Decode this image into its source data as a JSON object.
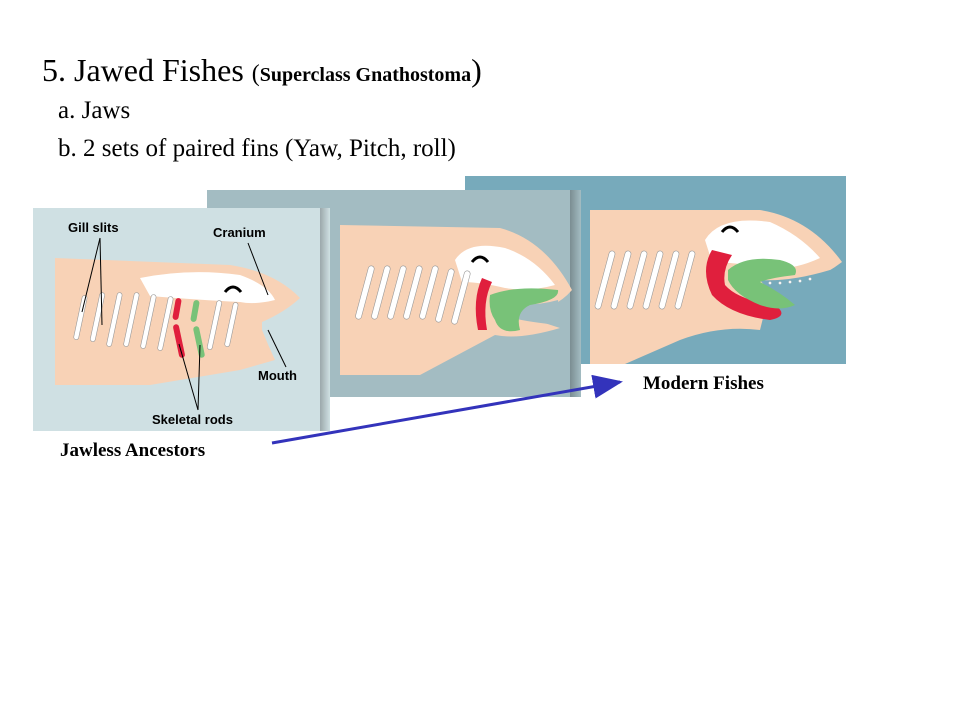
{
  "slide": {
    "title_main": "5. Jawed Fishes ",
    "title_open": "(",
    "title_sub": "Superclass Gnathostoma",
    "title_close": ")",
    "bullets": [
      "a. Jaws",
      "b. 2 sets of paired fins (Yaw, Pitch, roll)"
    ]
  },
  "figure": {
    "labels": {
      "gill_slits": "Gill slits",
      "cranium": "Cranium",
      "mouth": "Mouth",
      "skeletal_rods": "Skeletal rods"
    },
    "captions": {
      "modern": "Modern Fishes",
      "jawless": "Jawless Ancestors"
    }
  },
  "colors": {
    "panel_back": "#77aabb",
    "panel_mid": "#a3bcc2",
    "panel_front": "#cfe0e3",
    "flesh": "#f8d2b6",
    "bone": "#ffffff",
    "red_rod": "#e01f3d",
    "green_rod": "#78c278",
    "arrow": "#3333bb"
  }
}
